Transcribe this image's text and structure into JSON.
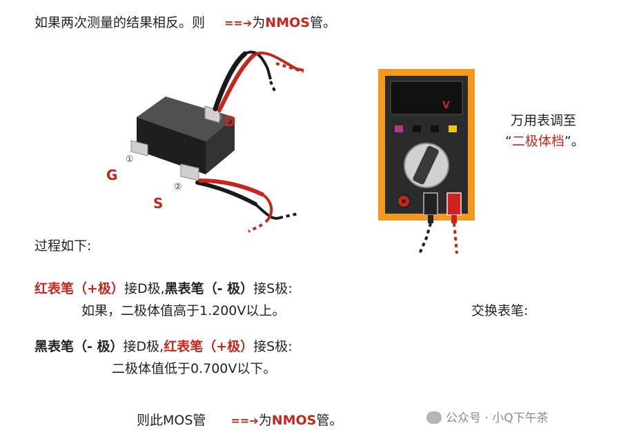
{
  "header": {
    "intro": "如果两次测量的结果相反。则",
    "arrow": "==➔",
    "prefix": "为",
    "type": "NMOS",
    "suffix": "管。"
  },
  "diagram": {
    "pin_g": "G",
    "pin_d": "D",
    "pin_s": "S",
    "pin1": "①",
    "pin2": "②",
    "pin3": "③",
    "meter_unit": "V"
  },
  "meter_note": {
    "line1": "万用表调至",
    "quote_open": "“",
    "mode": "二极体档",
    "quote_close": "”。"
  },
  "process": {
    "title": "过程如下:",
    "step1": {
      "red_probe": "红表笔",
      "red_pol": "（+极）",
      "mid": "接D极,",
      "black_probe": "黑表笔",
      "black_pol": "（- 极）",
      "end": "接S极:",
      "result": "如果，二极体值高于1.200V以上。"
    },
    "swap": "交换表笔:",
    "step2": {
      "black_probe": "黑表笔",
      "black_pol": "（- 极）",
      "mid": "接D极,",
      "red_probe": "红表笔",
      "red_pol": "（+极）",
      "end": "接S极:",
      "result": "二极体值低于0.700V以下。"
    }
  },
  "conclusion": {
    "intro": "则此MOS管",
    "arrow": "==➔",
    "prefix": "为",
    "type": "NMOS",
    "suffix": "管。"
  },
  "watermark": {
    "text": "公众号 · 小Q下午茶"
  }
}
